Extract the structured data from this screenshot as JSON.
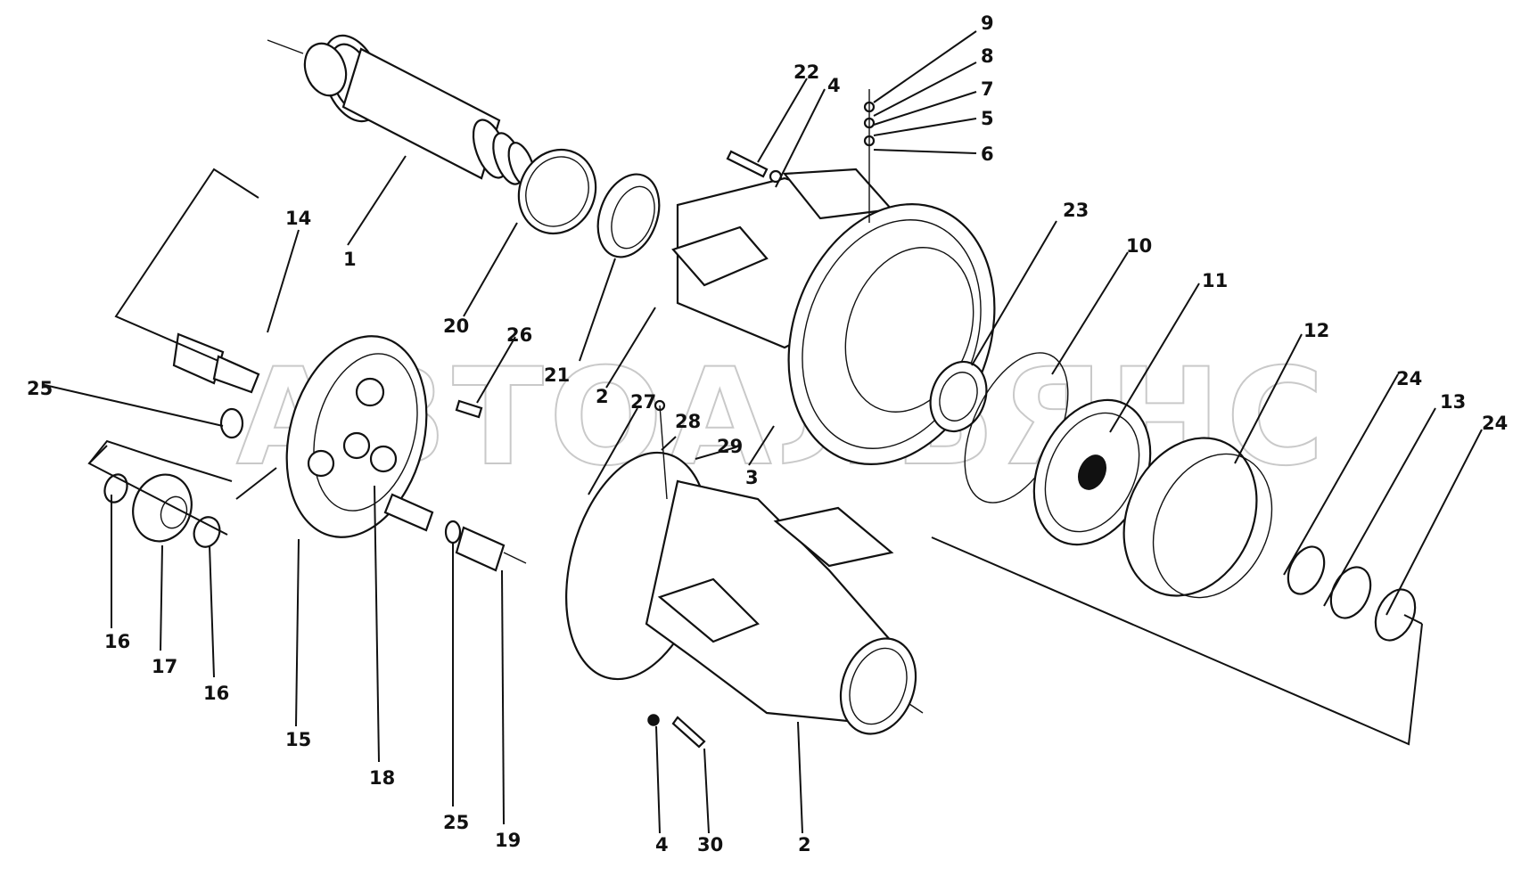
{
  "watermark": "АВТОАЛЬЯНС",
  "labels": {
    "p1": "1",
    "p2a": "2",
    "p2b": "2",
    "p3": "3",
    "p4a": "4",
    "p4b": "4",
    "p5": "5",
    "p6": "6",
    "p7": "7",
    "p8": "8",
    "p9": "9",
    "p10": "10",
    "p11": "11",
    "p12": "12",
    "p13": "13",
    "p14": "14",
    "p15": "15",
    "p16a": "16",
    "p16b": "16",
    "p17": "17",
    "p18": "18",
    "p19": "19",
    "p20": "20",
    "p21": "21",
    "p22": "22",
    "p23": "23",
    "p24a": "24",
    "p24b": "24",
    "p25a": "25",
    "p25b": "25",
    "p26": "26",
    "p27": "27",
    "p28": "28",
    "p29": "29",
    "p30": "30"
  }
}
